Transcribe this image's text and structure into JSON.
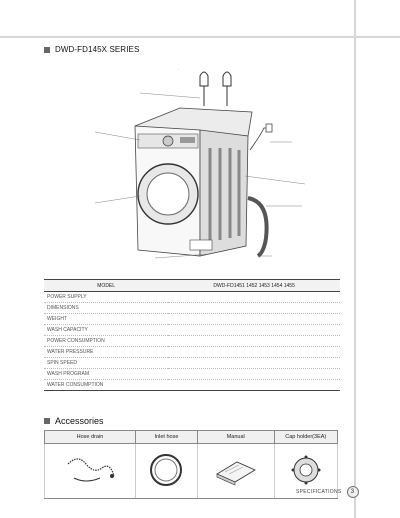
{
  "section_title": "DWD-FD145X SERIES",
  "spec_table": {
    "header_model": "MODEL",
    "header_value": "DWD-FD1451 1452 1453 1454 1455",
    "rows": [
      {
        "label": "POWER SUPPLY",
        "value": ""
      },
      {
        "label": "DIMENSIONS",
        "value": ""
      },
      {
        "label": "WEIGHT",
        "value": ""
      },
      {
        "label": "WASH CAPACITY",
        "value": ""
      },
      {
        "label": "POWER CONSUMPTION",
        "value": ""
      },
      {
        "label": "WATER PRESSURE",
        "value": ""
      },
      {
        "label": "SPIN SPEED",
        "value": ""
      },
      {
        "label": "WASH PROGRAM",
        "value": ""
      },
      {
        "label": "WATER CONSUMPTION",
        "value": ""
      }
    ]
  },
  "accessories": {
    "title": "Accessories",
    "columns": [
      "Hose drain",
      "Inlet hose",
      "Manual",
      "Cap holder(3EA)"
    ]
  },
  "footer": {
    "label": "SPECIFICATIONS",
    "page": "3"
  }
}
